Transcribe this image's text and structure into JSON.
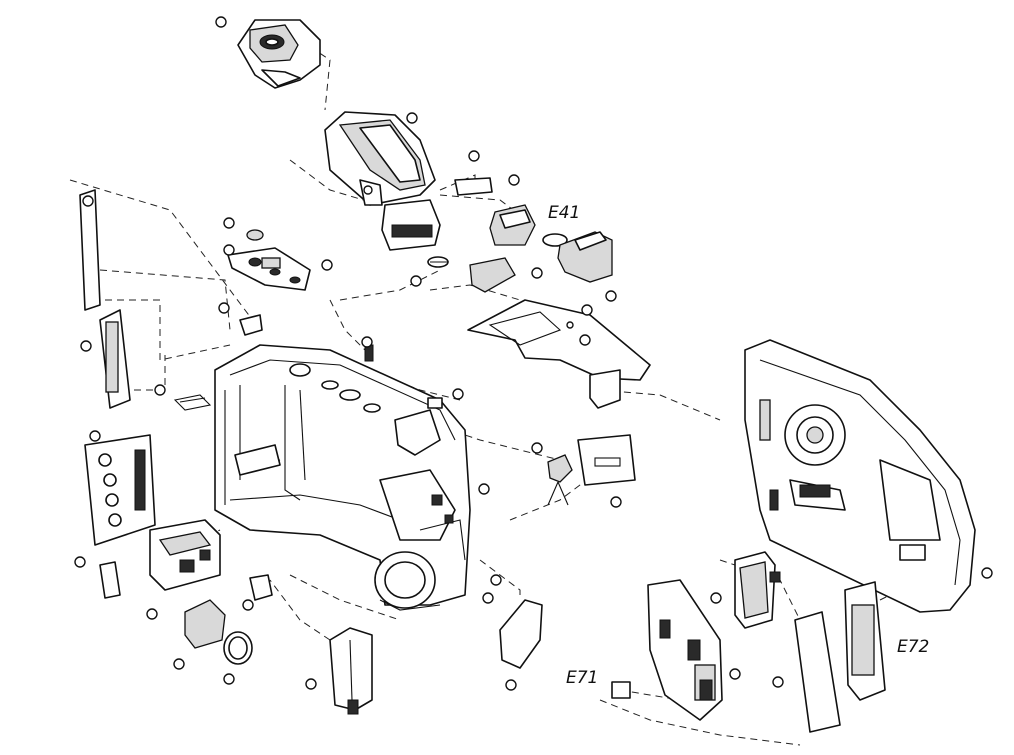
{
  "diagram": {
    "labels": {
      "e41": "E41",
      "e71": "E71",
      "e72": "E72"
    }
  }
}
